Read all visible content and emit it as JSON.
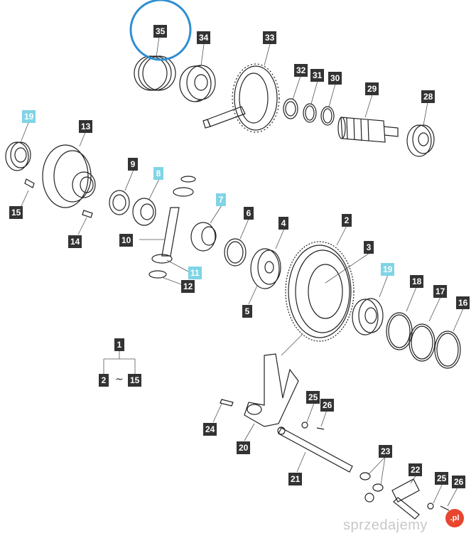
{
  "diagram": {
    "callouts": [
      {
        "num": "35",
        "hl": false
      },
      {
        "num": "34",
        "hl": false
      },
      {
        "num": "33",
        "hl": false
      },
      {
        "num": "32",
        "hl": false
      },
      {
        "num": "31",
        "hl": false
      },
      {
        "num": "30",
        "hl": false
      },
      {
        "num": "29",
        "hl": false
      },
      {
        "num": "28",
        "hl": false
      },
      {
        "num": "19",
        "hl": true
      },
      {
        "num": "13",
        "hl": false
      },
      {
        "num": "15",
        "hl": false
      },
      {
        "num": "14",
        "hl": false
      },
      {
        "num": "9",
        "hl": false
      },
      {
        "num": "8",
        "hl": true
      },
      {
        "num": "10",
        "hl": false
      },
      {
        "num": "7",
        "hl": true
      },
      {
        "num": "6",
        "hl": false
      },
      {
        "num": "4",
        "hl": false
      },
      {
        "num": "11",
        "hl": true
      },
      {
        "num": "12",
        "hl": false
      },
      {
        "num": "5",
        "hl": false
      },
      {
        "num": "2",
        "hl": false
      },
      {
        "num": "3",
        "hl": false
      },
      {
        "num": "19",
        "hl": true
      },
      {
        "num": "18",
        "hl": false
      },
      {
        "num": "17",
        "hl": false
      },
      {
        "num": "16",
        "hl": false
      },
      {
        "num": "25",
        "hl": false
      },
      {
        "num": "26",
        "hl": false
      },
      {
        "num": "24",
        "hl": false
      },
      {
        "num": "20",
        "hl": false
      },
      {
        "num": "21",
        "hl": false
      },
      {
        "num": "23",
        "hl": false
      },
      {
        "num": "22",
        "hl": false
      },
      {
        "num": "25",
        "hl": false
      },
      {
        "num": "26",
        "hl": false
      }
    ],
    "legend": {
      "assembly": "1",
      "from": "2",
      "tilde": "~",
      "to": "15"
    },
    "highlight_color": "#7fd4e6",
    "callout_color": "#333333",
    "selection_circle_color": "#2f8fd0"
  },
  "watermark": {
    "text": "sprzedajemy",
    "badge": ".pl"
  }
}
